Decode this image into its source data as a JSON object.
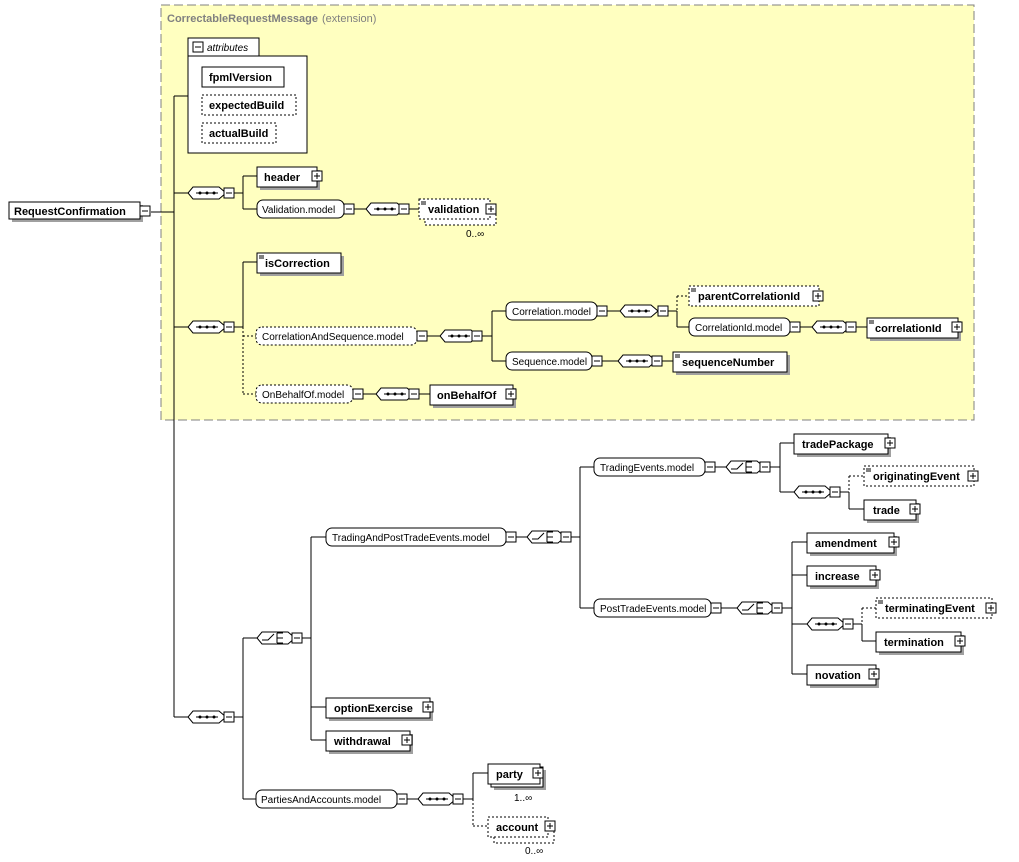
{
  "extension": {
    "name": "CorrectableRequestMessage",
    "suffix": "(extension)"
  },
  "root": "RequestConfirmation",
  "attributes": {
    "title": "attributes",
    "items": [
      "fpmlVersion",
      "expectedBuild",
      "actualBuild"
    ]
  },
  "elements": {
    "header": "header",
    "validation_model": "Validation.model",
    "validation": "validation",
    "validation_card": "0..∞",
    "isCorrection": "isCorrection",
    "correlation_and_sequence_model": "CorrelationAndSequence.model",
    "correlation_model": "Correlation.model",
    "parentCorrelationId": "parentCorrelationId",
    "correlationId_model": "CorrelationId.model",
    "correlationId": "correlationId",
    "sequence_model": "Sequence.model",
    "sequenceNumber": "sequenceNumber",
    "onBehalfOf_model": "OnBehalfOf.model",
    "onBehalfOf": "onBehalfOf",
    "trading_and_post_trade_events_model": "TradingAndPostTradeEvents.model",
    "trading_events_model": "TradingEvents.model",
    "tradePackage": "tradePackage",
    "originatingEvent": "originatingEvent",
    "trade": "trade",
    "post_trade_events_model": "PostTradeEvents.model",
    "amendment": "amendment",
    "increase": "increase",
    "terminatingEvent": "terminatingEvent",
    "termination": "termination",
    "novation": "novation",
    "optionExercise": "optionExercise",
    "withdrawal": "withdrawal",
    "parties_and_accounts_model": "PartiesAndAccounts.model",
    "party": "party",
    "party_card": "1..∞",
    "account": "account",
    "account_card": "0..∞"
  },
  "colors": {
    "extension_fill": "#ffffc0",
    "extension_border": "#808080",
    "line": "#000000",
    "shadow": "#a0a0a0"
  }
}
